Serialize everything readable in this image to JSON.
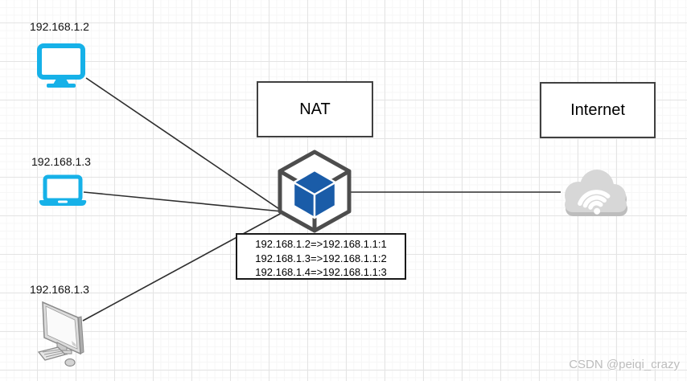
{
  "diagram_title": "NAT network diagram",
  "devices": [
    {
      "id": "pc-monitor",
      "label": "192.168.1.2",
      "icon": "monitor-icon"
    },
    {
      "id": "laptop",
      "label": "192.168.1.3",
      "icon": "laptop-icon"
    },
    {
      "id": "desktop-pc",
      "label": "192.168.1.3",
      "icon": "desktop-pc-icon"
    }
  ],
  "nodes": {
    "nat_box": {
      "label": "NAT"
    },
    "internet_box": {
      "label": "Internet"
    },
    "nat_device": {
      "icon": "nat-cube-icon"
    },
    "internet_cloud": {
      "icon": "cloud-wifi-icon"
    }
  },
  "mapping_table": {
    "lines": [
      "192.168.1.2=>192.168.1.1:1",
      "192.168.1.3=>192.168.1.1:2",
      "192.168.1.4=>192.168.1.1:3"
    ]
  },
  "watermark": {
    "text": "CSDN @peiqi_crazy"
  },
  "colors": {
    "device_accent": "#16B1E8",
    "cube_blue": "#1A5CA8",
    "wireframe_gray": "#4D4D4D",
    "cloud_gray": "#D7D7D7",
    "cloud_shadow": "#BDBDBD",
    "connector_line": "#2E2E2E",
    "grid_major": "#E4E4E4",
    "grid_minor": "#F6F6F6",
    "watermark_gray": "#BCBCBC"
  }
}
